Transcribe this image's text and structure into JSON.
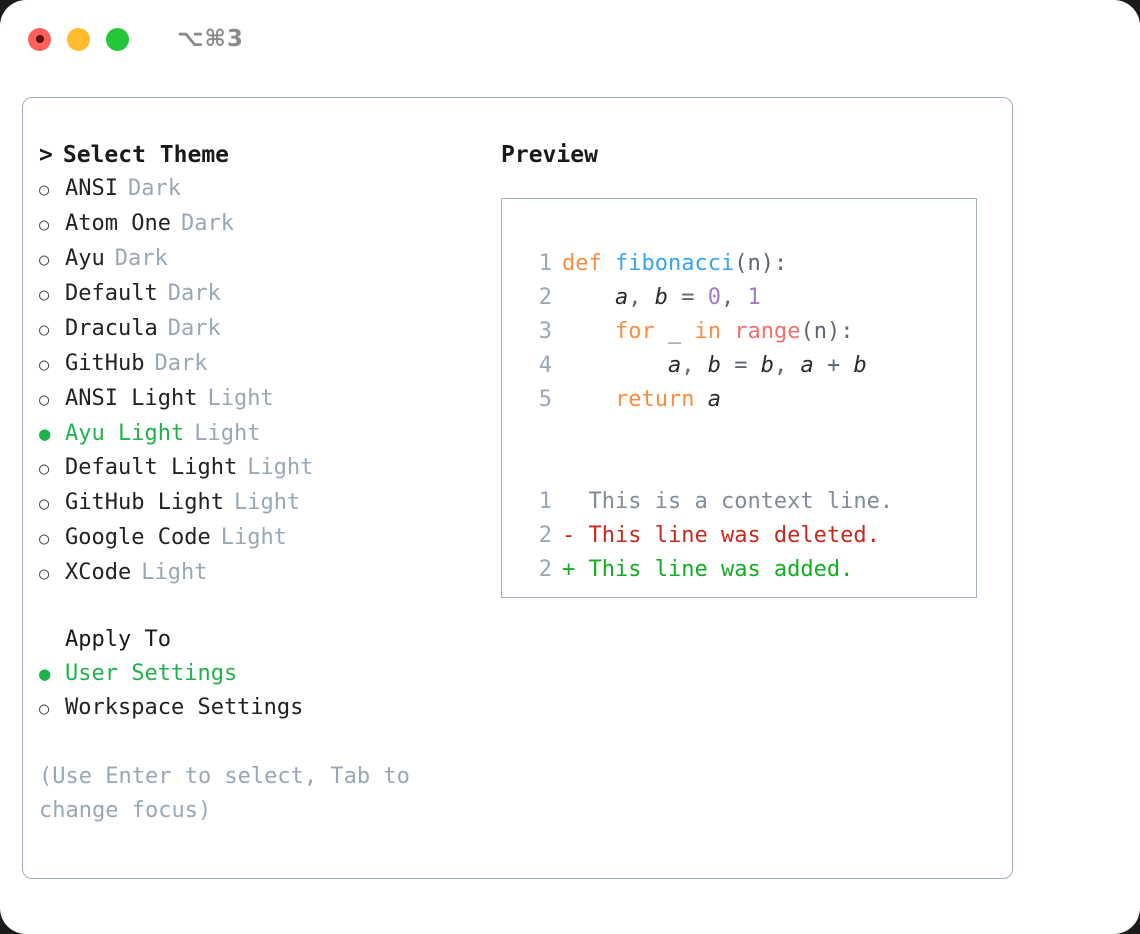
{
  "titlebar": {
    "lights": [
      "close-red",
      "minimize-amber",
      "maximize-green"
    ],
    "shortcut": "⌥⌘3"
  },
  "theme_picker": {
    "header": "Select Theme",
    "caret": ">",
    "bullet_unselected": "○",
    "bullet_selected": "●",
    "options": [
      {
        "name": "ANSI",
        "badge": "Dark",
        "selected": false
      },
      {
        "name": "Atom One",
        "badge": "Dark",
        "selected": false
      },
      {
        "name": "Ayu",
        "badge": "Dark",
        "selected": false
      },
      {
        "name": "Default",
        "badge": "Dark",
        "selected": false
      },
      {
        "name": "Dracula",
        "badge": "Dark",
        "selected": false
      },
      {
        "name": "GitHub",
        "badge": "Dark",
        "selected": false
      },
      {
        "name": "ANSI Light",
        "badge": "Light",
        "selected": false
      },
      {
        "name": "Ayu Light",
        "badge": "Light",
        "selected": true
      },
      {
        "name": "Default Light",
        "badge": "Light",
        "selected": false
      },
      {
        "name": "GitHub Light",
        "badge": "Light",
        "selected": false
      },
      {
        "name": "Google Code",
        "badge": "Light",
        "selected": false
      },
      {
        "name": "XCode",
        "badge": "Light",
        "selected": false
      }
    ]
  },
  "apply_to": {
    "header": "Apply To",
    "options": [
      {
        "name": "User Settings",
        "selected": true
      },
      {
        "name": "Workspace Settings",
        "selected": false
      }
    ]
  },
  "hint": "(Use Enter to select, Tab to change focus)",
  "preview": {
    "title": "Preview",
    "code_lines": [
      {
        "num": "1",
        "tokens": [
          {
            "t": "def ",
            "k": "kw"
          },
          {
            "t": "fibonacci",
            "k": "fn"
          },
          {
            "t": "(n):",
            "k": "punc"
          }
        ]
      },
      {
        "num": "2",
        "tokens": [
          {
            "t": "    ",
            "k": "punc"
          },
          {
            "t": "a",
            "k": "var"
          },
          {
            "t": ", ",
            "k": "punc"
          },
          {
            "t": "b",
            "k": "var"
          },
          {
            "t": " = ",
            "k": "punc"
          },
          {
            "t": "0",
            "k": "num"
          },
          {
            "t": ", ",
            "k": "punc"
          },
          {
            "t": "1",
            "k": "num"
          }
        ]
      },
      {
        "num": "3",
        "tokens": [
          {
            "t": "    ",
            "k": "punc"
          },
          {
            "t": "for",
            "k": "kw"
          },
          {
            "t": " _ ",
            "k": "punc"
          },
          {
            "t": "in",
            "k": "kw"
          },
          {
            "t": " ",
            "k": "punc"
          },
          {
            "t": "range",
            "k": "bi"
          },
          {
            "t": "(n):",
            "k": "punc"
          }
        ]
      },
      {
        "num": "4",
        "tokens": [
          {
            "t": "        ",
            "k": "punc"
          },
          {
            "t": "a",
            "k": "var"
          },
          {
            "t": ", ",
            "k": "punc"
          },
          {
            "t": "b",
            "k": "var"
          },
          {
            "t": " = ",
            "k": "punc"
          },
          {
            "t": "b",
            "k": "var"
          },
          {
            "t": ", ",
            "k": "punc"
          },
          {
            "t": "a",
            "k": "var"
          },
          {
            "t": " + ",
            "k": "punc"
          },
          {
            "t": "b",
            "k": "var"
          }
        ]
      },
      {
        "num": "5",
        "tokens": [
          {
            "t": "    ",
            "k": "punc"
          },
          {
            "t": "return",
            "k": "kw"
          },
          {
            "t": " ",
            "k": "punc"
          },
          {
            "t": "a",
            "k": "var"
          }
        ]
      }
    ],
    "diff_lines": [
      {
        "num": "1",
        "marker": "  ",
        "text": "This is a context line.",
        "kind": "ctx"
      },
      {
        "num": "2",
        "marker": "- ",
        "text": "This line was deleted.",
        "kind": "del"
      },
      {
        "num": "2",
        "marker": "+ ",
        "text": "This line was added.",
        "kind": "add"
      }
    ]
  },
  "colors": {
    "accent_green": "#21b24b",
    "muted": "#9aa7b5",
    "border": "#a3b0bf",
    "keyword": "#fa8d3e",
    "function": "#37a5f0",
    "builtin": "#f07171",
    "number": "#a37acc",
    "diff_add": "#13ad23",
    "diff_del": "#c62a1e",
    "diff_ctx": "#828c99"
  }
}
